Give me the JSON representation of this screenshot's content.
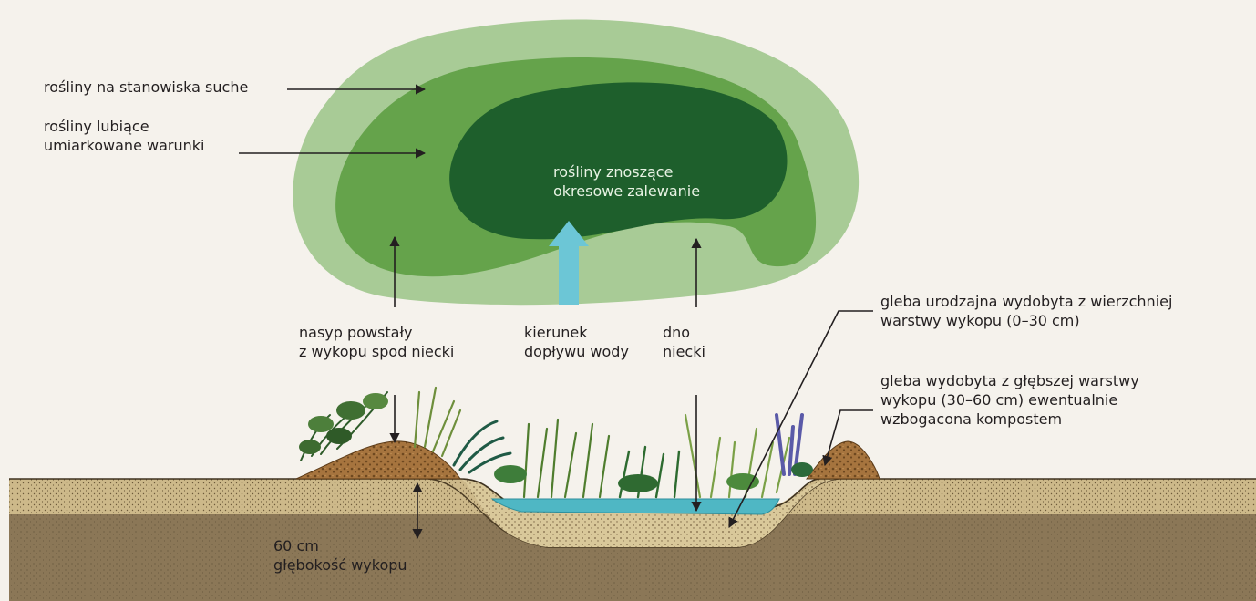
{
  "labels": {
    "dry_plants": "rośliny na stanowiska suche",
    "moderate_plants": "rośliny lubiące\numiarkowane warunki",
    "flood_plants": "rośliny znoszące\nokresowe zalewanie",
    "embankment": "nasyp powstały\nz wykopu spod niecki",
    "water_direction": "kierunek\ndopływu wody",
    "basin_bottom": "dno\nniecki",
    "topsoil": "gleba urodzajna wydobyta z wierzchniej\nwarstwy wykopu (0–30 cm)",
    "subsoil": "gleba wydobyta z głębszej warstwy\nwykopu (30–60 cm) ewentualnie\nwzbogacona kompostem",
    "depth": "60 cm\ngłębokość wykopu"
  },
  "colors": {
    "background": "#f5f2ec",
    "zone_dry": "#a8cb96",
    "zone_moderate": "#65a34b",
    "zone_wet": "#1e5f2c",
    "water_arrow": "#6cc6d6",
    "water": "#4fb7c4",
    "topsoil": "#cdb98a",
    "subsoil": "#8b7757",
    "mound": "#a6743e"
  }
}
